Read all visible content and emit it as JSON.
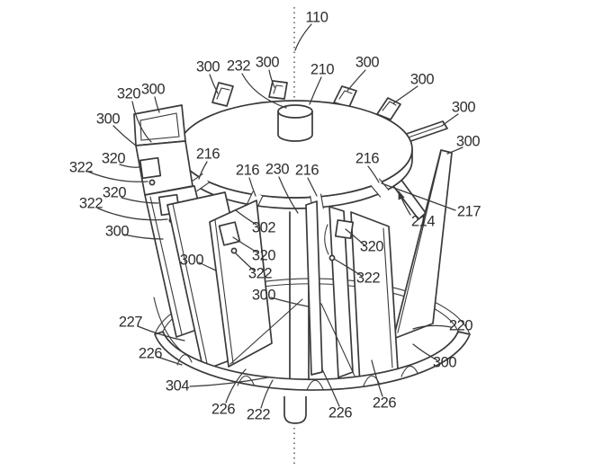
{
  "page": {
    "background": "#ffffff",
    "line_color": "#3a3a3a",
    "label_color": "#2d2d2d"
  },
  "drawing": {
    "kind": "patent-line-drawing",
    "description": "Isometric patent drawing of a rotary assembly: top circular plate with center hub on a vertical axis, radial panels hanging down to a lower ring with notches and a bottom stub shaft",
    "labels": [
      {
        "text": "110"
      },
      {
        "text": "300"
      },
      {
        "text": "232"
      },
      {
        "text": "300"
      },
      {
        "text": "210"
      },
      {
        "text": "300"
      },
      {
        "text": "300"
      },
      {
        "text": "320"
      },
      {
        "text": "300"
      },
      {
        "text": "300"
      },
      {
        "text": "300"
      },
      {
        "text": "322"
      },
      {
        "text": "320"
      },
      {
        "text": "300"
      },
      {
        "text": "322"
      },
      {
        "text": "320"
      },
      {
        "text": "300"
      },
      {
        "text": "216"
      },
      {
        "text": "216"
      },
      {
        "text": "230"
      },
      {
        "text": "216"
      },
      {
        "text": "216"
      },
      {
        "text": "214"
      },
      {
        "text": "217"
      },
      {
        "text": "302"
      },
      {
        "text": "320"
      },
      {
        "text": "322"
      },
      {
        "text": "300"
      },
      {
        "text": "300"
      },
      {
        "text": "320"
      },
      {
        "text": "322"
      },
      {
        "text": "227"
      },
      {
        "text": "226"
      },
      {
        "text": "304"
      },
      {
        "text": "226"
      },
      {
        "text": "222"
      },
      {
        "text": "226"
      },
      {
        "text": "226"
      },
      {
        "text": "220"
      },
      {
        "text": "300"
      }
    ]
  }
}
